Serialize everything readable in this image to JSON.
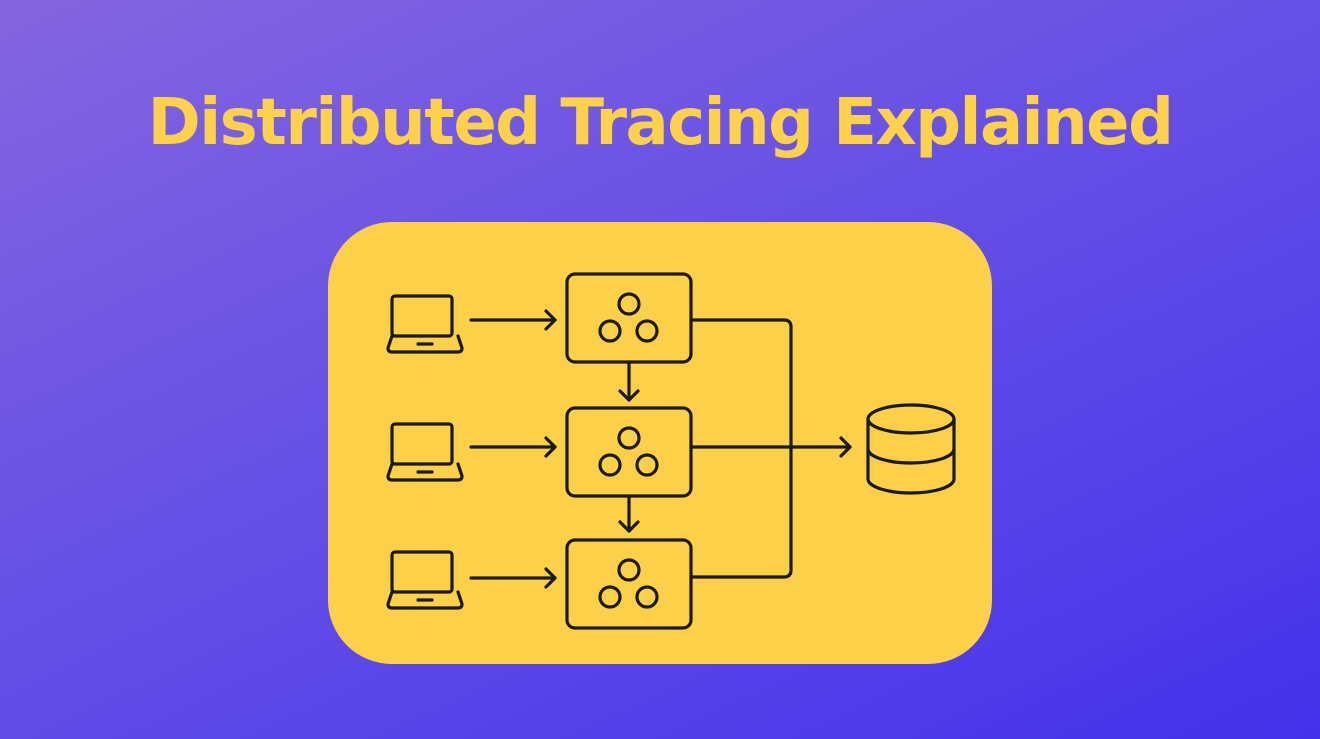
{
  "title": "Distributed Tracing Explained",
  "colors": {
    "background_start": "#8566e0",
    "background_end": "#4431ea",
    "title": "#fdd24a",
    "panel": "#fdd04a",
    "line": "#1b1a18"
  },
  "diagram": {
    "clients": [
      {
        "icon": "laptop-icon"
      },
      {
        "icon": "laptop-icon"
      },
      {
        "icon": "laptop-icon"
      }
    ],
    "services": [
      {
        "icon": "service-nodes-icon"
      },
      {
        "icon": "service-nodes-icon"
      },
      {
        "icon": "service-nodes-icon"
      }
    ],
    "sink": {
      "icon": "database-icon"
    },
    "edges": [
      "client-1 -> service-1",
      "client-2 -> service-2",
      "client-3 -> service-3",
      "service-1 -> service-2",
      "service-2 -> service-3",
      "service-1 -> database",
      "service-2 -> database",
      "service-3 -> database"
    ]
  }
}
